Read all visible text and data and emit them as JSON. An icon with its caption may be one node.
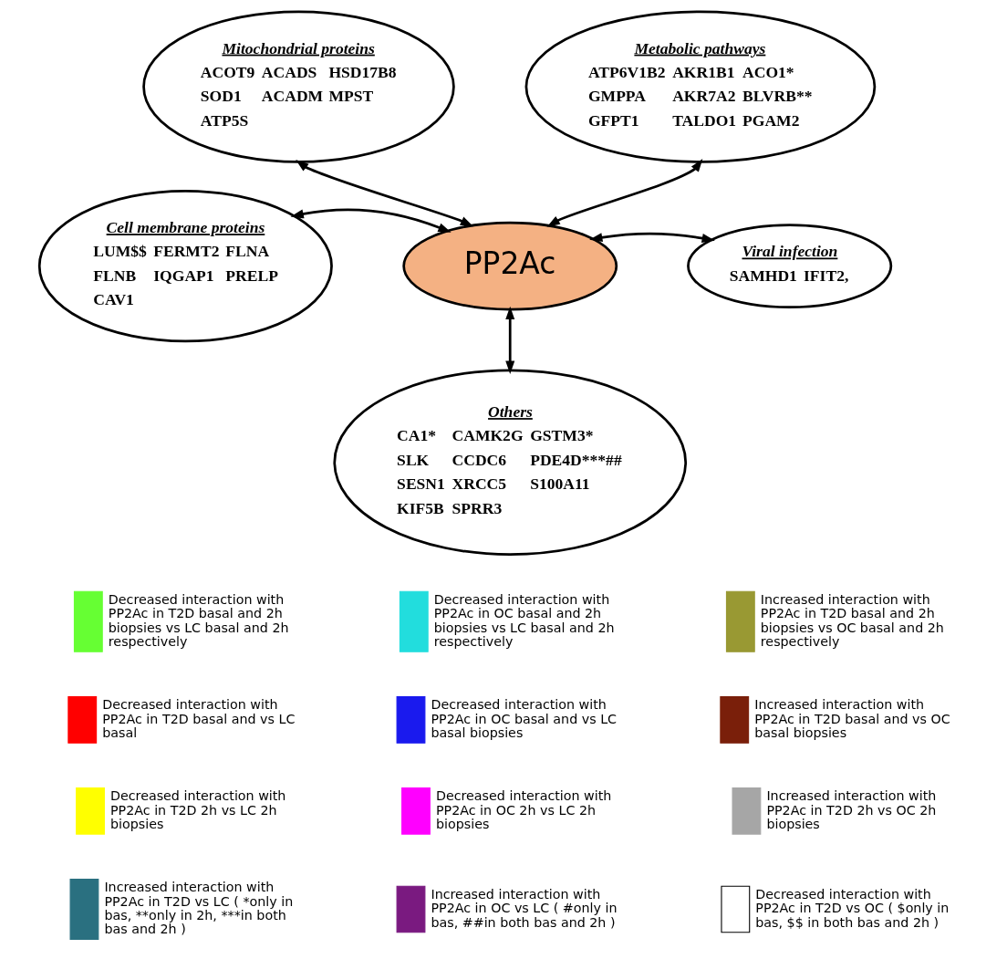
{
  "diagram": {
    "nodes": [
      {
        "text": [
          "Mitochondrial proteins",
          "ACOT9",
          "ACADS",
          "HSD17B8",
          "SOD1",
          "ACADM",
          "MPST",
          "ATP5S"
        ]
      },
      {
        "text": [
          "Metabolic pathways",
          "ATP6V1B2",
          "AKR1B1",
          "ACO1*",
          "GMPPA",
          "AKR7A2",
          "BLVRB**",
          "GFPT1",
          "TALDO1",
          "PGAM2"
        ]
      },
      {
        "text": [
          "Cell membrane proteins",
          "LUM$$",
          "FERMT2",
          "FLNA",
          "FLNB",
          "IQGAP1",
          "PRELP",
          "CAV1"
        ]
      },
      {
        "text": [
          "PP2Ac"
        ]
      },
      {
        "text": [
          "Viral infection",
          "SAMHD1",
          "IFIT2,"
        ]
      },
      {
        "text": [
          "Others",
          "CA1*",
          "CAMK2G",
          "GSTM3*",
          "SLK",
          "CCDC6",
          "PDE4D***##",
          "SESN1",
          "XRCC5",
          "S100A11",
          "KIF5B",
          "SPRR3"
        ]
      }
    ],
    "edges": [
      {
        "from": 3,
        "to": 0,
        "arrow": "both"
      },
      {
        "from": 3,
        "to": 1,
        "arrow": "both"
      },
      {
        "from": 3,
        "to": 2,
        "arrow": "both"
      },
      {
        "from": 3,
        "to": 4,
        "arrow": "both"
      },
      {
        "from": 3,
        "to": 5,
        "arrow": "both"
      }
    ],
    "legend": [
      {
        "text": "Decreased interaction with PP2Ac in T2D basal and 2h biopsies vs LC basal and 2h respectively",
        "color": "#66ff33"
      },
      {
        "text": "Decreased interaction with PP2Ac in OC basal and 2h biopsies vs LC basal and 2h respectively",
        "color": "#22dddd"
      },
      {
        "text": "Increased interaction with PP2Ac in T2D basal and 2h biopsies vs OC basal and 2h respectively",
        "color": "#999933"
      },
      {
        "text": "Decreased interaction with PP2Ac in T2D basal and vs LC basal",
        "color": "#ff0000"
      },
      {
        "text": "Decreased interaction with PP2Ac in OC basal and vs LC basal biopsies",
        "color": "#1a1aee"
      },
      {
        "text": "Increased interaction with PP2Ac in T2D basal and vs OC basal biopsies",
        "color": "#7a1f0a"
      },
      {
        "text": "Decreased interaction with PP2Ac in T2D 2h vs LC 2h biopsies",
        "color": "#ffff00"
      },
      {
        "text": "Decreased interaction with PP2Ac in OC 2h vs LC 2h biopsies",
        "color": "#ff00ff"
      },
      {
        "text": "Increased interaction with PP2Ac in T2D 2h vs OC 2h biopsies",
        "color": "#a6a6a6"
      },
      {
        "text": "Increased interaction with PP2Ac in T2D vs LC ( *only in bas, **only in 2h, ***in both bas and 2h )",
        "color": "#2a7080"
      },
      {
        "text": "Increased interaction with PP2Ac in OC vs LC ( #only in bas, ##in both bas and 2h )",
        "color": "#7a1a80"
      },
      {
        "text": "Decreased interaction with PP2Ac in T2D vs OC ( $only in bas, $$ in both bas and 2h )",
        "color": "#ffffff"
      }
    ]
  }
}
